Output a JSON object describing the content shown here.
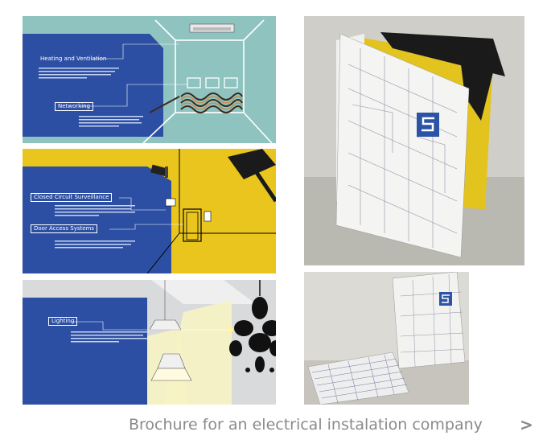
{
  "panels": {
    "heating": {
      "label1": "Heating and Ventilation",
      "label2": "Networking"
    },
    "security": {
      "label1": "Closed Circuit Surveillance",
      "label2": "Door Access Systems"
    },
    "lighting": {
      "label1": "Lighting"
    }
  },
  "caption": {
    "text": "Brochure for an electrical instalation company",
    "arrow": ">"
  },
  "colors": {
    "blue": "#2d4fa3",
    "teal": "#8ec3c0",
    "yellow": "#e9c51d",
    "grey": "#d9dadc",
    "caption": "#8a8a8a"
  }
}
